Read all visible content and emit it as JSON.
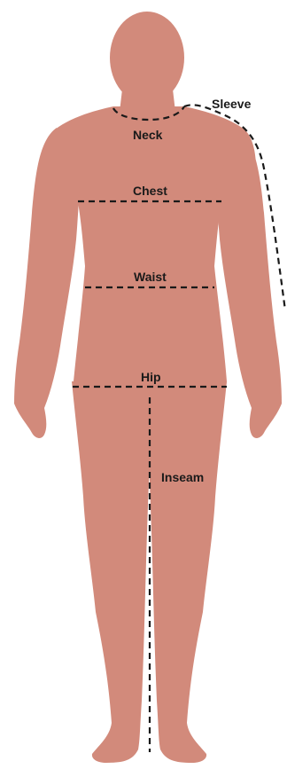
{
  "colors": {
    "background": "#ffffff",
    "body": "#d28a7b",
    "line": "#1a1a1a",
    "text": "#1a1a1a"
  },
  "labels": {
    "sleeve": "Sleeve",
    "neck": "Neck",
    "chest": "Chest",
    "waist": "Waist",
    "hip": "Hip",
    "inseam": "Inseam"
  }
}
